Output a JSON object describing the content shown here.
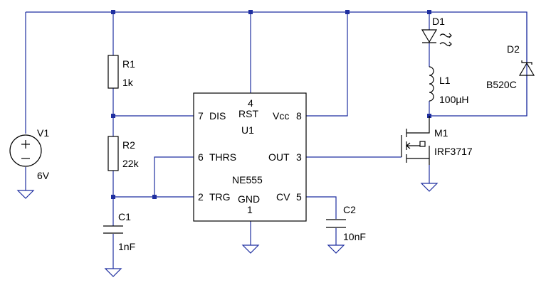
{
  "colors": {
    "wire": "#1f2fa0",
    "part": "#000000",
    "background": "#ffffff"
  },
  "components": {
    "V1": {
      "name": "V1",
      "value": "6V"
    },
    "R1": {
      "name": "R1",
      "value": "1k"
    },
    "R2": {
      "name": "R2",
      "value": "22k"
    },
    "C1": {
      "name": "C1",
      "value": "1nF"
    },
    "C2": {
      "name": "C2",
      "value": "10nF"
    },
    "U1": {
      "name": "U1",
      "part": "NE555",
      "pins": {
        "rst": "RST",
        "vcc": "Vcc",
        "dis": "DIS",
        "thrs": "THRS",
        "trg": "TRG",
        "out": "OUT",
        "cv": "CV",
        "gnd": "GND"
      },
      "pin_numbers": {
        "rst": "4",
        "vcc": "8",
        "dis": "7",
        "thrs": "6",
        "trg": "2",
        "out": "3",
        "cv": "5",
        "gnd": "1"
      }
    },
    "D1": {
      "name": "D1"
    },
    "D2": {
      "name": "D2",
      "part": "B520C"
    },
    "L1": {
      "name": "L1",
      "value": "100µH"
    },
    "M1": {
      "name": "M1",
      "part": "IRF3717"
    }
  }
}
